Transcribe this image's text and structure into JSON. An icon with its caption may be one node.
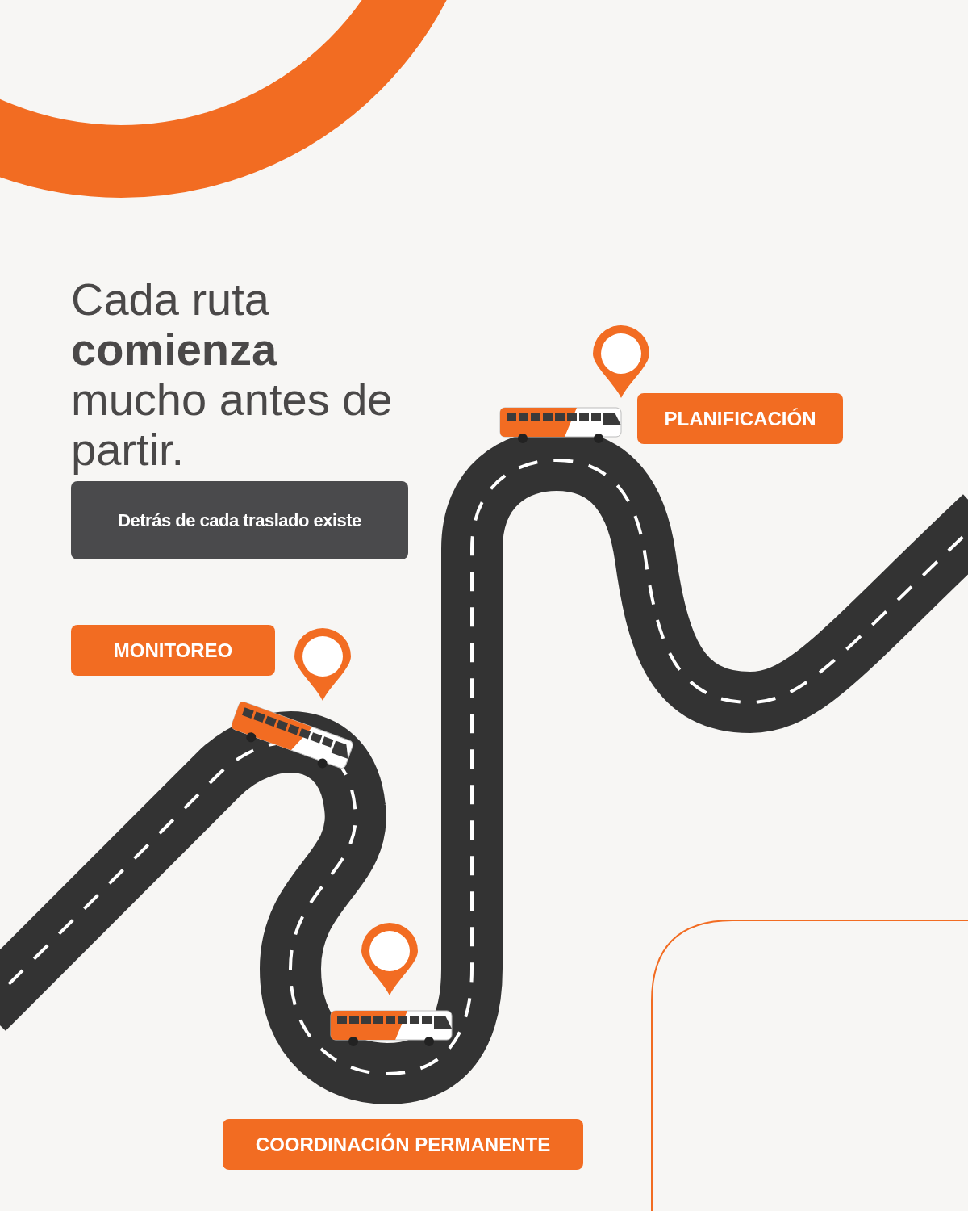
{
  "diagram": {
    "title": "Cada ruta **comienza** mucho antes de partir.",
    "nodes": [
      {
        "text": [
          "Detrás de cada traslado existe"
        ]
      },
      {
        "text": [
          "PLANIFICACIÓN"
        ]
      },
      {
        "text": [
          "MONITOREO"
        ]
      },
      {
        "text": [
          "COORDINACIÓN PERMANENTE"
        ]
      }
    ]
  }
}
